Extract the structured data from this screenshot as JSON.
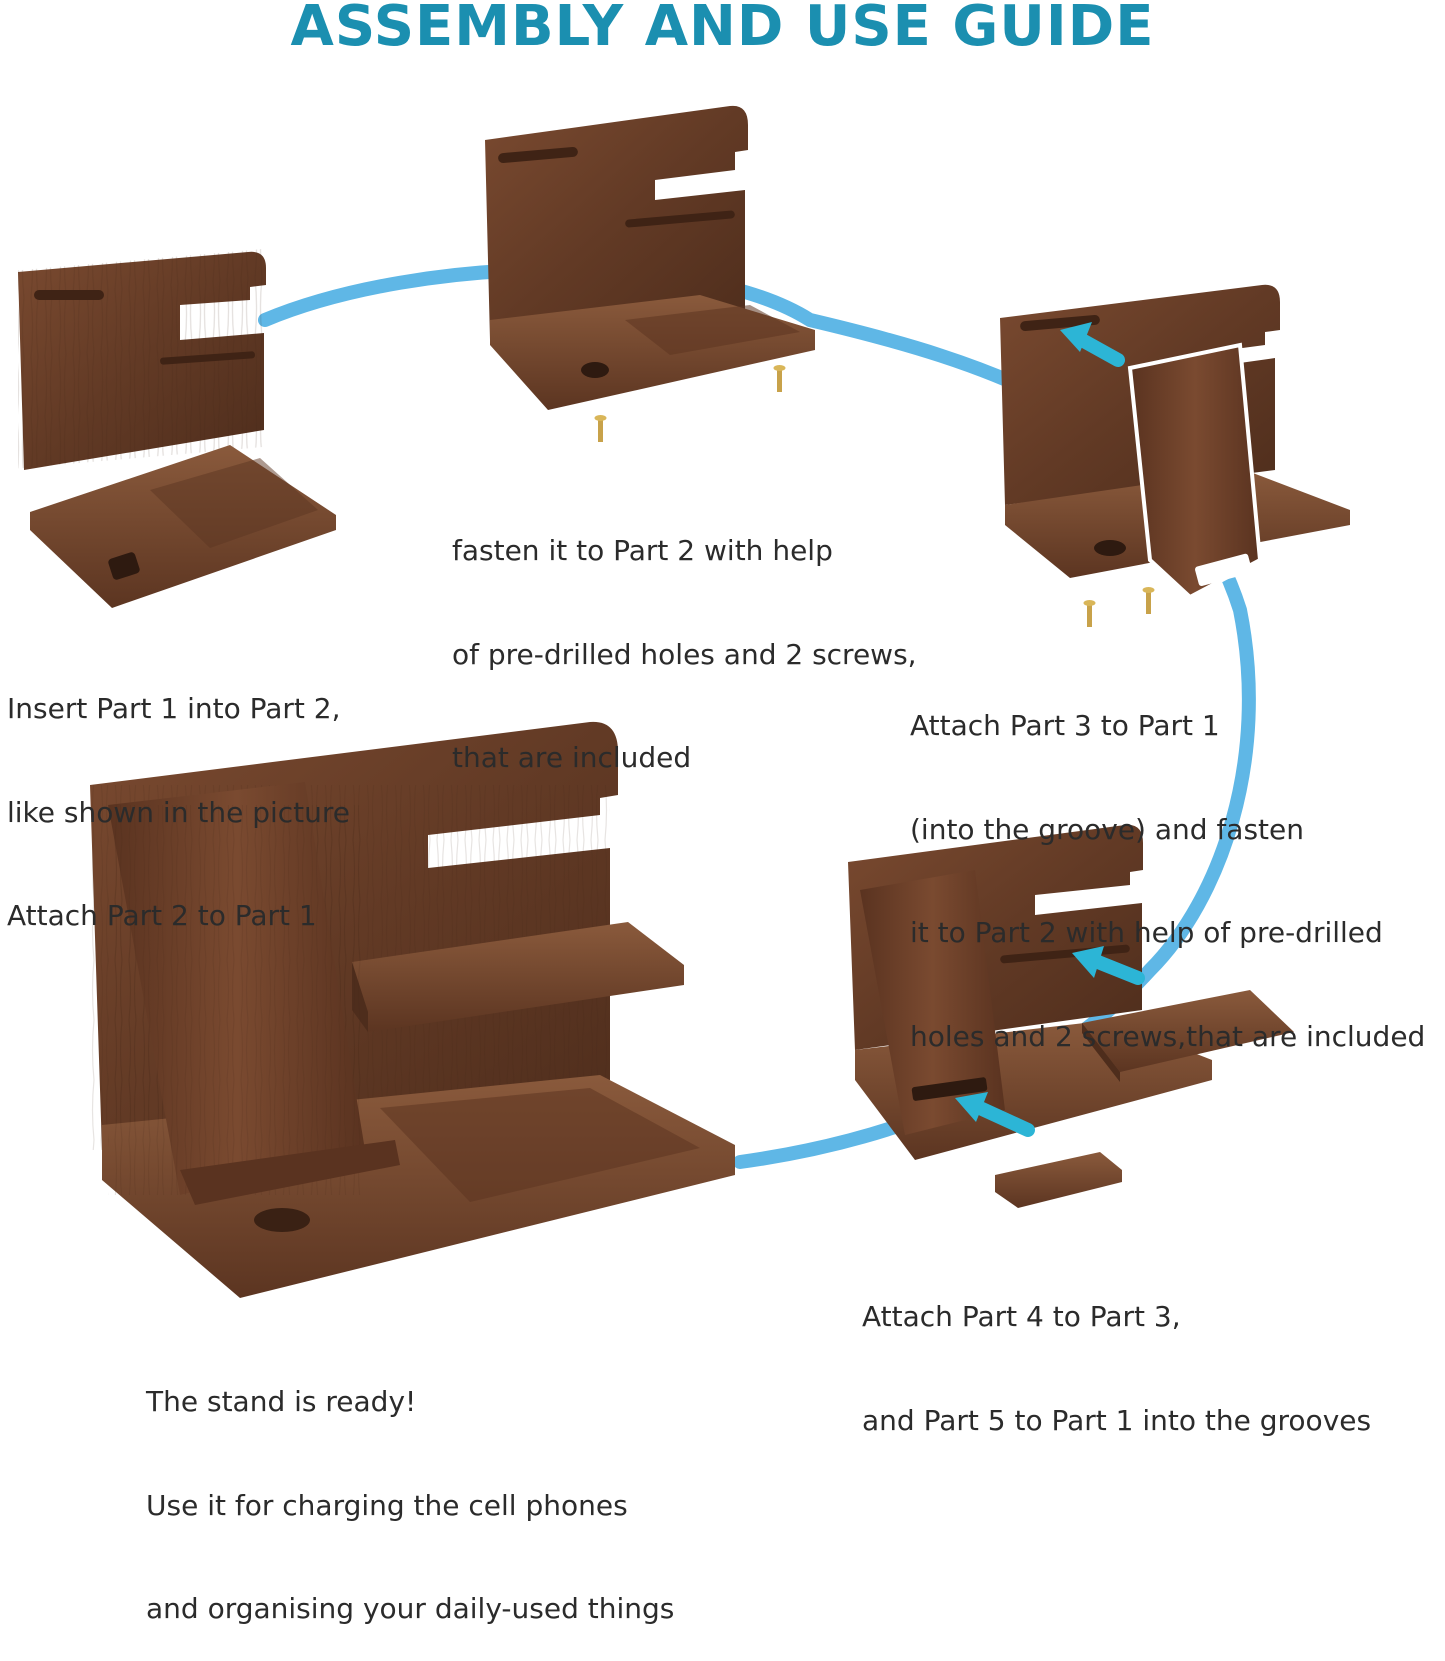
{
  "title": "ASSEMBLY AND USE GUIDE",
  "colors": {
    "title": "#1b8fb0",
    "flow_path": "#5fb7e6",
    "arrow": "#2cb5d6",
    "wood_dark": "#4e2d1c",
    "wood_mid": "#6b3f28",
    "wood_light": "#85553a",
    "screw": "#c8a24a",
    "text": "#2b2b2b"
  },
  "steps": [
    {
      "id": "step-1",
      "lines": [
        "Insert Part 1 into Part 2,",
        "like shown in the picture",
        "Attach Part 2 to Part 1"
      ]
    },
    {
      "id": "step-2",
      "lines": [
        "fasten it to Part 2 with help",
        "of pre-drilled holes and 2 screws,",
        "that are included"
      ]
    },
    {
      "id": "step-3",
      "lines": [
        "Attach Part 3 to Part 1",
        "(into the groove) and fasten",
        "it to Part 2 with help of pre-drilled",
        "holes and 2 screws,that are included"
      ]
    },
    {
      "id": "step-4",
      "lines": [
        "Attach Part 4 to Part 3,",
        "and Part 5 to Part 1 into the grooves"
      ]
    },
    {
      "id": "step-5",
      "lines": [
        "The stand is ready!",
        "Use it for charging the cell phones",
        "and organising your daily-used things"
      ]
    }
  ]
}
